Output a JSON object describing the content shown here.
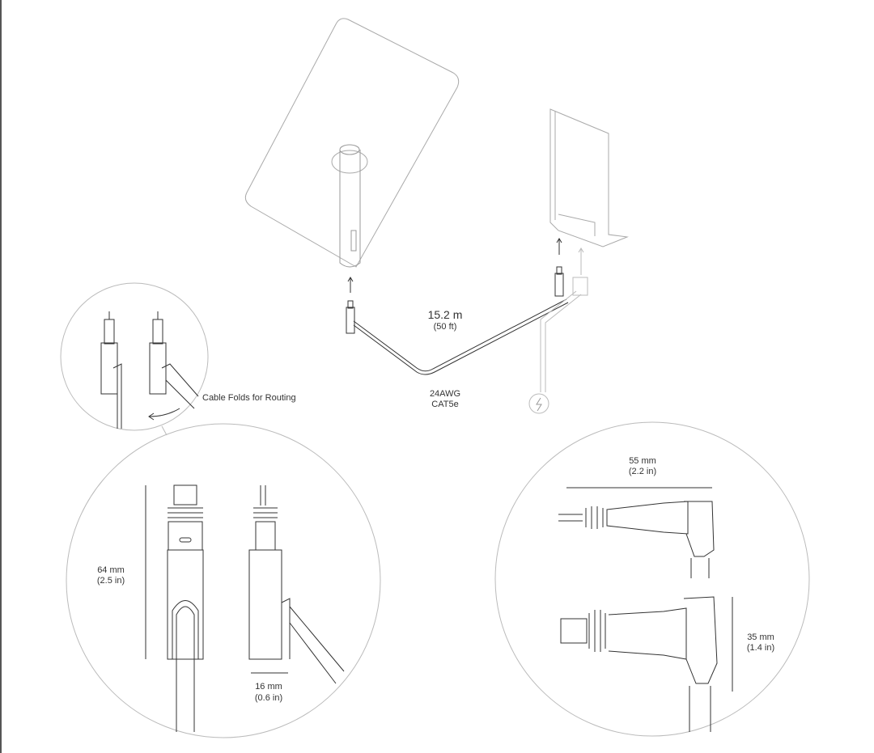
{
  "cable": {
    "length": "15.2 m",
    "length_imperial": "(50 ft)",
    "gauge": "24AWG",
    "type": "CAT5e"
  },
  "routing_note": "Cable Folds for Routing",
  "detail_left": {
    "height": "64 mm",
    "height_imperial": "(2.5 in)",
    "width": "16 mm",
    "width_imperial": "(0.6 in)"
  },
  "detail_right": {
    "length": "55 mm",
    "length_imperial": "(2.2 in)",
    "height": "35 mm",
    "height_imperial": "(1.4 in)"
  },
  "icons": [
    "power-icon"
  ]
}
